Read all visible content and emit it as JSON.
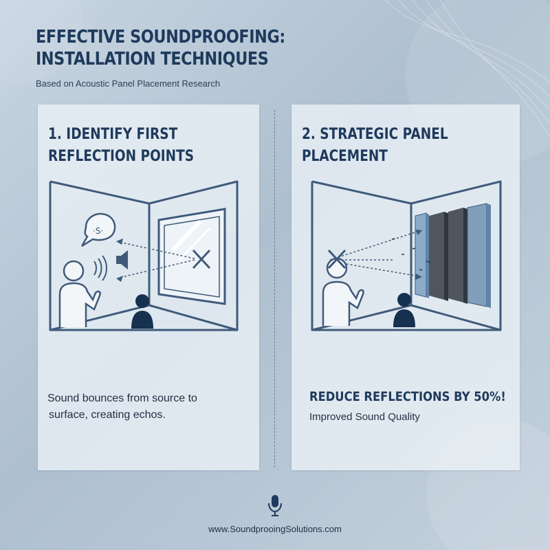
{
  "header": {
    "title_line1": "Effective Soundproofing:",
    "title_line2": "Installation Techniques",
    "subtitle": "Based on Acoustic Panel Placement Research"
  },
  "panels": [
    {
      "title_line1": "1. Identify First",
      "title_line2": "Reflection Points",
      "description_line1": "Sound bounces from source to",
      "description_line2": "surface, creating echos."
    },
    {
      "title_line1": "2. Strategic Panel",
      "title_line2": "Placement",
      "stat": "Reduce Reflections by 50%!",
      "stat_caption": "Improved Sound Quality"
    }
  ],
  "footer": {
    "website": "www.SoundprooingSolutions.com"
  },
  "colors": {
    "navy": "#1e3a5c",
    "line": "#3f5a7a",
    "panel_blue": "#7f9fbd",
    "panel_dark": "#4f565f"
  },
  "icons": [
    "speech-bubble-icon",
    "speaker-icon",
    "sound-waves-icon",
    "person-icon",
    "listener-icon",
    "x-mark-icon",
    "microphone-icon"
  ]
}
